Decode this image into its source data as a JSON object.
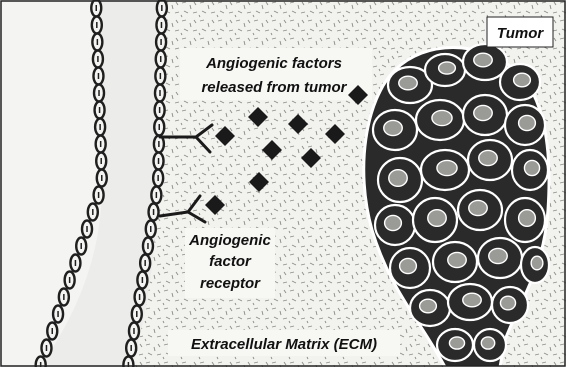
{
  "labels": {
    "tumor": "Tumor",
    "factors_line1": "Angiogenic factors",
    "factors_line2": "released from tumor",
    "receptor_line1": "Angiogenic",
    "receptor_line2": "factor",
    "receptor_line3": "receptor",
    "ecm": "Extracellular Matrix (ECM)"
  },
  "colors": {
    "background": "#f2f2ee",
    "ecm_texture": "#8a8a86",
    "vessel_lumen": "#ececea",
    "vessel_cell": "#1f1f1f",
    "tumor_cytoplasm": "#2a2a2a",
    "tumor_nucleus": "#9a9a96",
    "factor": "#1a1a1a",
    "border": "#222222"
  },
  "icons": {
    "factor_marker": "black-diamond",
    "receptor": "y-shaped-receptor"
  }
}
